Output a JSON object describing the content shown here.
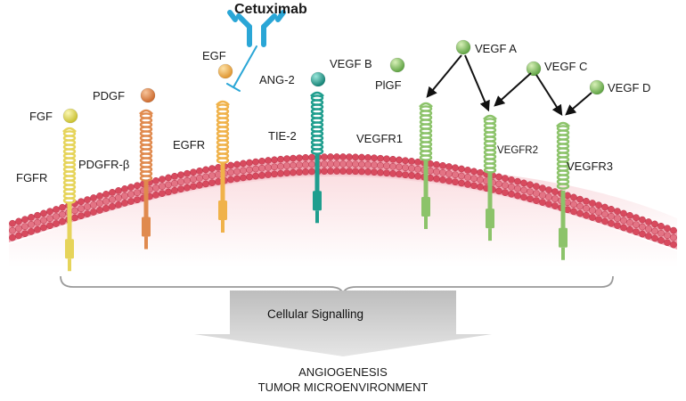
{
  "drug": {
    "name": "Cetuximab"
  },
  "ligands": {
    "fgf": "FGF",
    "pdgf": "PDGF",
    "egf": "EGF",
    "ang2": "ANG-2",
    "vegf_b": "VEGF B",
    "plgf": "PlGF",
    "vegf_a": "VEGF A",
    "vegf_c": "VEGF C",
    "vegf_d": "VEGF D"
  },
  "receptors": {
    "fgfr": "FGFR",
    "pdgfr": "PDGFR-β",
    "egfr": "EGFR",
    "tie2": "TIE-2",
    "vegfr1": "VEGFR1",
    "vegfr2": "VEGFR2",
    "vegfr3": "VEGFR3"
  },
  "signalling": "Cellular Signalling",
  "outcomes": [
    "ANGIOGENESIS",
    "TUMOR MICROENVIRONMENT"
  ],
  "colors": {
    "membrane": "#d84a5e",
    "membrane_light": "#f3a7b3",
    "fgfr": "#e6d45a",
    "pdgfr": "#e08a4e",
    "egfr": "#f0b24a",
    "tie2": "#1f9e8e",
    "vegfr": "#8cc36a",
    "antibody": "#2aa6d6",
    "arrow_body": "#c8c8c8"
  }
}
